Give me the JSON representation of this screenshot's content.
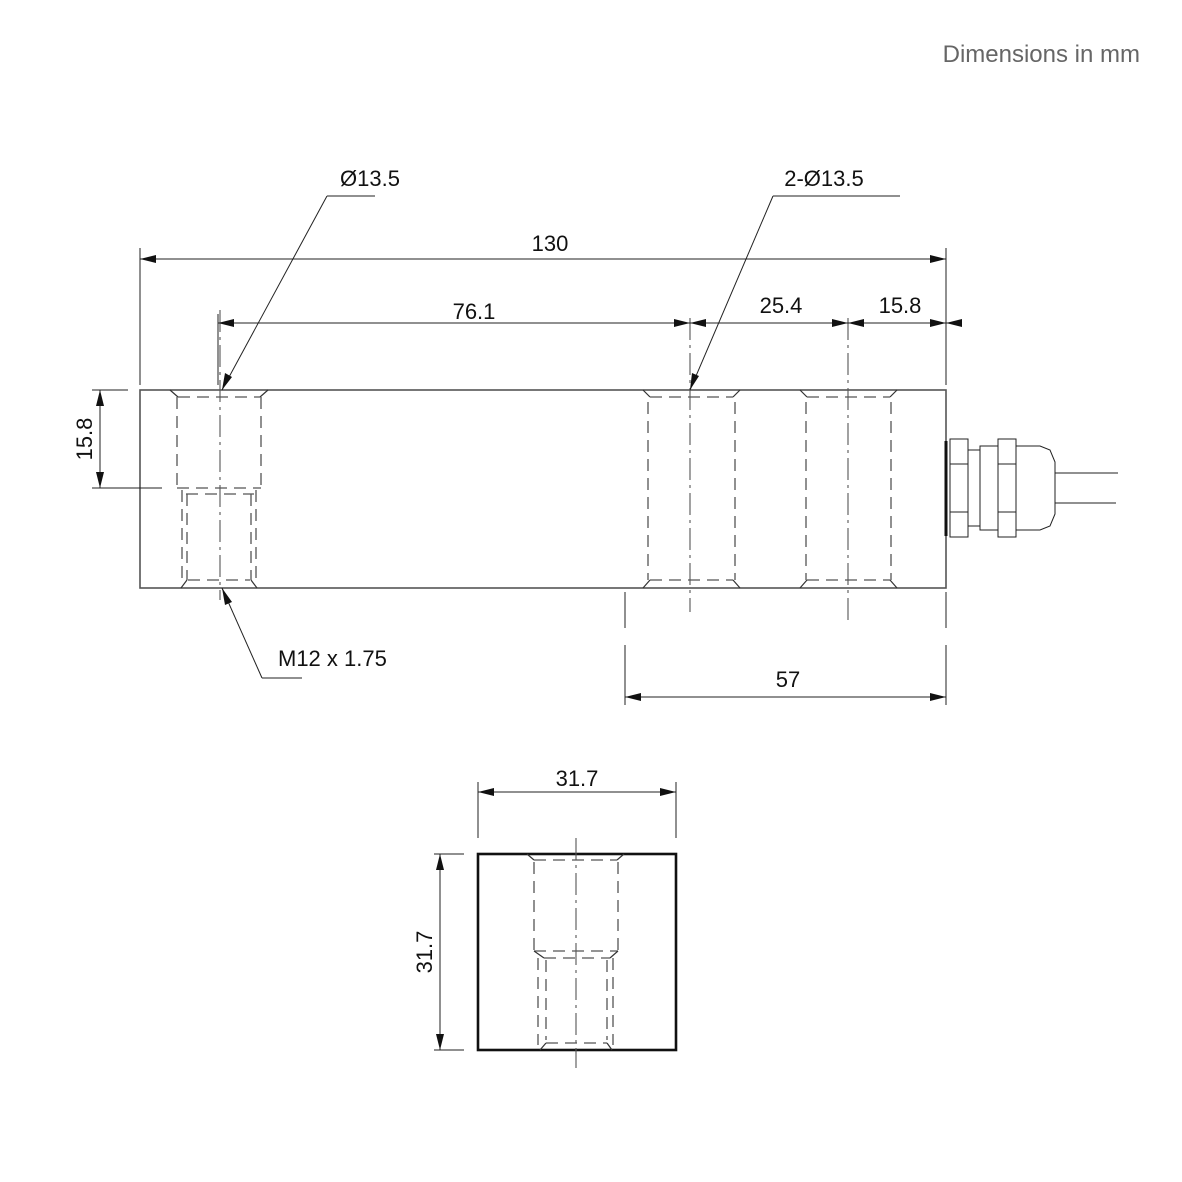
{
  "header": {
    "note": "Dimensions in mm"
  },
  "side_view": {
    "dimensions": {
      "overall_length": "130",
      "hole_spacing_1": "76.1",
      "hole_spacing_2": "25.4",
      "end_offset": "15.8",
      "height": "15.8",
      "cable_side_span": "57"
    },
    "callouts": {
      "left_hole": "Ø13.5",
      "right_holes": "2-Ø13.5",
      "thread": "M12 x 1.75"
    }
  },
  "end_view": {
    "dimensions": {
      "width": "31.7",
      "height": "31.7"
    }
  },
  "colors": {
    "line": "#333333",
    "hidden_line": "#555555",
    "note_text": "#666666",
    "background": "#ffffff"
  }
}
